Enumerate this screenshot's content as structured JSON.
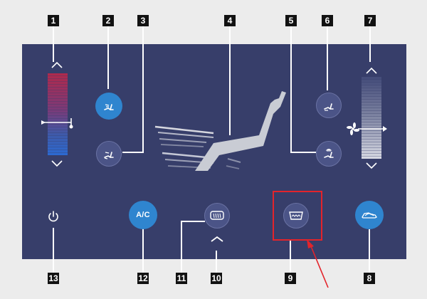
{
  "callouts": [
    "1",
    "2",
    "3",
    "4",
    "5",
    "6",
    "7",
    "8",
    "9",
    "10",
    "11",
    "12",
    "13"
  ],
  "controls": {
    "temperature_slider": {
      "label": "temperature"
    },
    "fan_slider": {
      "label": "fan speed"
    },
    "ac_button": {
      "label": "A/C"
    }
  },
  "colors": {
    "panel": "#373e6a",
    "active": "#2f85cf",
    "inactive": "#4b5487",
    "highlight": "#e3242b"
  },
  "icons": {
    "power": "power-icon",
    "ac": "ac-text",
    "rear_defrost": "rear-defrost-icon",
    "front_defrost": "front-defrost-icon",
    "recirculation": "recirculation-icon",
    "vent_face": "vent-face-icon",
    "vent_face_feet": "vent-face-feet-icon",
    "vent_feet": "vent-feet-icon",
    "vent_feet_defrost": "vent-feet-defrost-icon",
    "airflow": "airflow-graphic"
  }
}
